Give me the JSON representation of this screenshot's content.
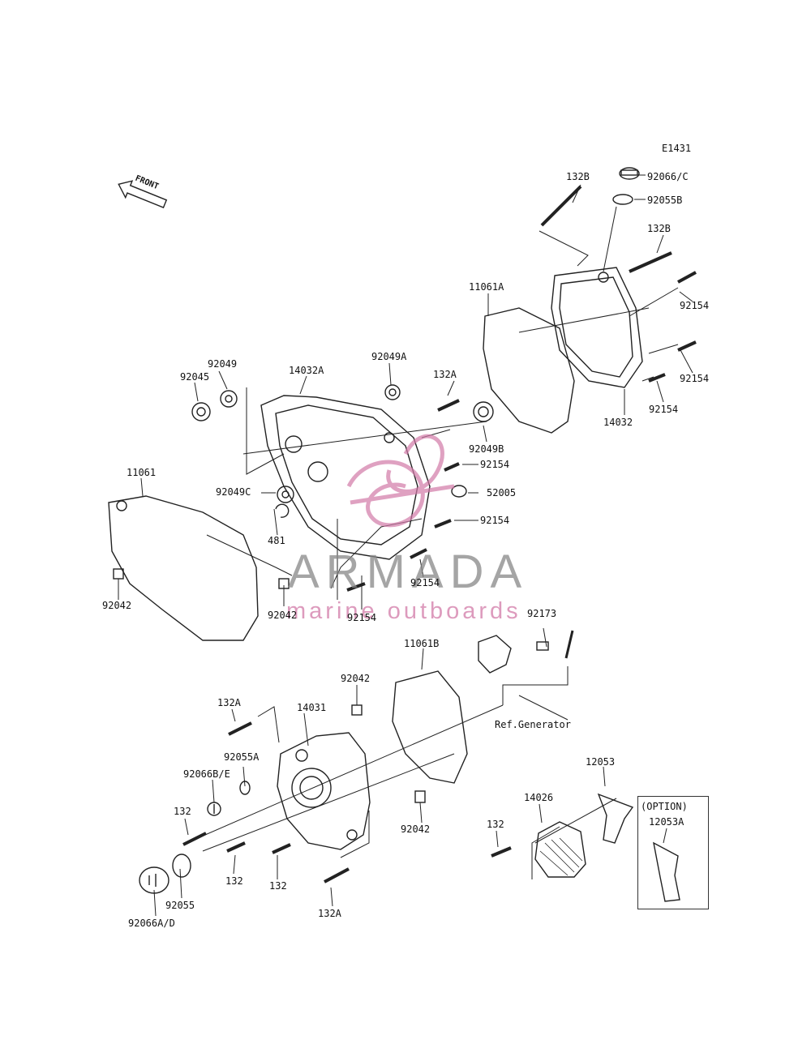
{
  "diagram_code": "E1431",
  "front_label": "FRONT",
  "watermark": {
    "brand": "ARMADA",
    "tagline": "marine outboards",
    "accent_color": "#d27aa8"
  },
  "option_label": "(OPTION)",
  "ref_note": "Ref.Generator",
  "labels": [
    "132B",
    "92066/C",
    "92055B",
    "132B",
    "11061A",
    "92154",
    "92154",
    "14032",
    "92154",
    "92049",
    "92045",
    "14032A",
    "92049A",
    "132A",
    "92049B",
    "92154",
    "11061",
    "92049C",
    "52005",
    "481",
    "92154",
    "92154",
    "92042",
    "92042",
    "92154",
    "92173",
    "11061B",
    "92042",
    "132A",
    "14031",
    "92055A",
    "92066B/E",
    "132",
    "132",
    "132",
    "92055",
    "92066A/D",
    "132A",
    "92042",
    "12053",
    "14026",
    "132",
    "12053A"
  ]
}
